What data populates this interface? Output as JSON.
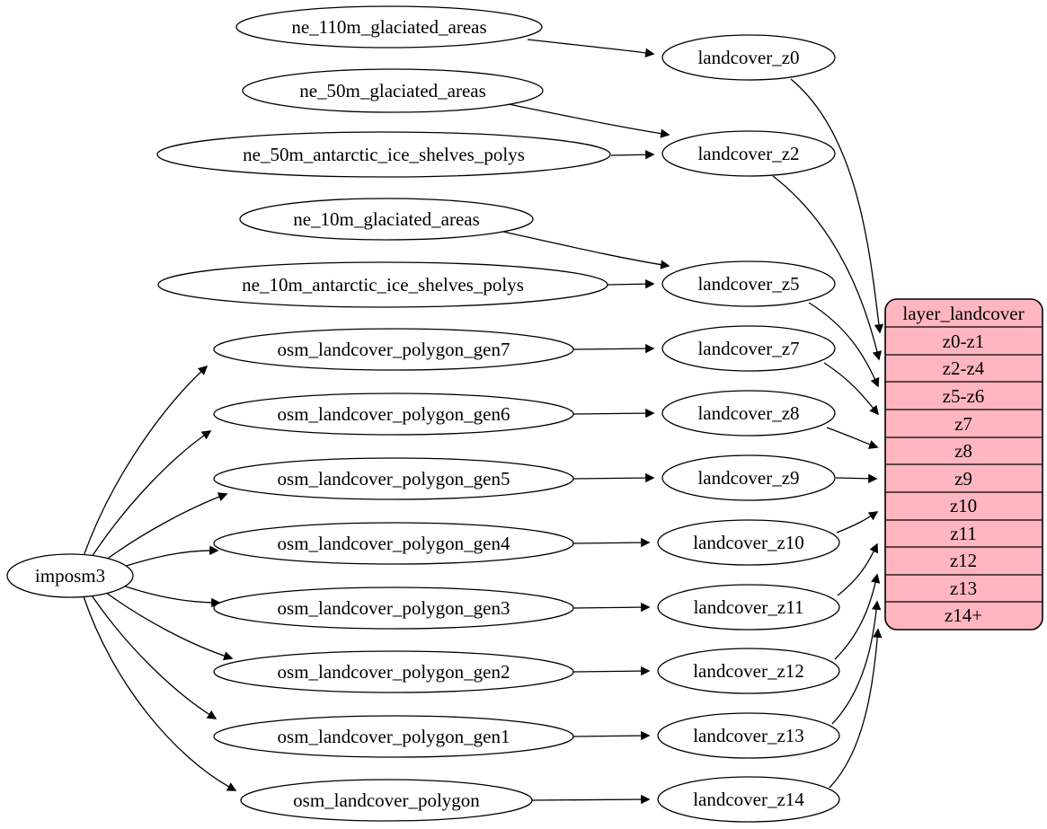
{
  "colors": {
    "background": "#ffffff",
    "node_fill": "#ffffff",
    "node_stroke": "#000000",
    "edge": "#000000",
    "record_fill": "#ffb6c1",
    "record_stroke": "#000000",
    "text": "#000000"
  },
  "nodes": {
    "imposm3": {
      "label": "imposm3"
    },
    "ne_110m_glaciated_areas": {
      "label": "ne_110m_glaciated_areas"
    },
    "ne_50m_glaciated_areas": {
      "label": "ne_50m_glaciated_areas"
    },
    "ne_50m_antarctic_ice_shelves_polys": {
      "label": "ne_50m_antarctic_ice_shelves_polys"
    },
    "ne_10m_glaciated_areas": {
      "label": "ne_10m_glaciated_areas"
    },
    "ne_10m_antarctic_ice_shelves_polys": {
      "label": "ne_10m_antarctic_ice_shelves_polys"
    },
    "osm_landcover_polygon_gen7": {
      "label": "osm_landcover_polygon_gen7"
    },
    "osm_landcover_polygon_gen6": {
      "label": "osm_landcover_polygon_gen6"
    },
    "osm_landcover_polygon_gen5": {
      "label": "osm_landcover_polygon_gen5"
    },
    "osm_landcover_polygon_gen4": {
      "label": "osm_landcover_polygon_gen4"
    },
    "osm_landcover_polygon_gen3": {
      "label": "osm_landcover_polygon_gen3"
    },
    "osm_landcover_polygon_gen2": {
      "label": "osm_landcover_polygon_gen2"
    },
    "osm_landcover_polygon_gen1": {
      "label": "osm_landcover_polygon_gen1"
    },
    "osm_landcover_polygon": {
      "label": "osm_landcover_polygon"
    },
    "landcover_z0": {
      "label": "landcover_z0"
    },
    "landcover_z2": {
      "label": "landcover_z2"
    },
    "landcover_z5": {
      "label": "landcover_z5"
    },
    "landcover_z7": {
      "label": "landcover_z7"
    },
    "landcover_z8": {
      "label": "landcover_z8"
    },
    "landcover_z9": {
      "label": "landcover_z9"
    },
    "landcover_z10": {
      "label": "landcover_z10"
    },
    "landcover_z11": {
      "label": "landcover_z11"
    },
    "landcover_z12": {
      "label": "landcover_z12"
    },
    "landcover_z13": {
      "label": "landcover_z13"
    },
    "landcover_z14": {
      "label": "landcover_z14"
    }
  },
  "record": {
    "title": "layer_landcover",
    "rows": [
      "z0-z1",
      "z2-z4",
      "z5-z6",
      "z7",
      "z8",
      "z9",
      "z10",
      "z11",
      "z12",
      "z13",
      "z14+"
    ]
  },
  "edges": [
    "ne_110m_glaciated_areas -> landcover_z0",
    "ne_50m_glaciated_areas -> landcover_z2",
    "ne_50m_antarctic_ice_shelves_polys -> landcover_z2",
    "ne_10m_glaciated_areas -> landcover_z5",
    "ne_10m_antarctic_ice_shelves_polys -> landcover_z5",
    "imposm3 -> osm_landcover_polygon_gen7",
    "imposm3 -> osm_landcover_polygon_gen6",
    "imposm3 -> osm_landcover_polygon_gen5",
    "imposm3 -> osm_landcover_polygon_gen4",
    "imposm3 -> osm_landcover_polygon_gen3",
    "imposm3 -> osm_landcover_polygon_gen2",
    "imposm3 -> osm_landcover_polygon_gen1",
    "imposm3 -> osm_landcover_polygon",
    "osm_landcover_polygon_gen7 -> landcover_z7",
    "osm_landcover_polygon_gen6 -> landcover_z8",
    "osm_landcover_polygon_gen5 -> landcover_z9",
    "osm_landcover_polygon_gen4 -> landcover_z10",
    "osm_landcover_polygon_gen3 -> landcover_z11",
    "osm_landcover_polygon_gen2 -> landcover_z12",
    "osm_landcover_polygon_gen1 -> landcover_z13",
    "osm_landcover_polygon -> landcover_z14",
    "landcover_z0 -> layer_landcover:z0-z1",
    "landcover_z2 -> layer_landcover:z2-z4",
    "landcover_z5 -> layer_landcover:z5-z6",
    "landcover_z7 -> layer_landcover:z7",
    "landcover_z8 -> layer_landcover:z8",
    "landcover_z9 -> layer_landcover:z9",
    "landcover_z10 -> layer_landcover:z10",
    "landcover_z11 -> layer_landcover:z11",
    "landcover_z12 -> layer_landcover:z12",
    "landcover_z13 -> layer_landcover:z13",
    "landcover_z14 -> layer_landcover:z14+"
  ]
}
